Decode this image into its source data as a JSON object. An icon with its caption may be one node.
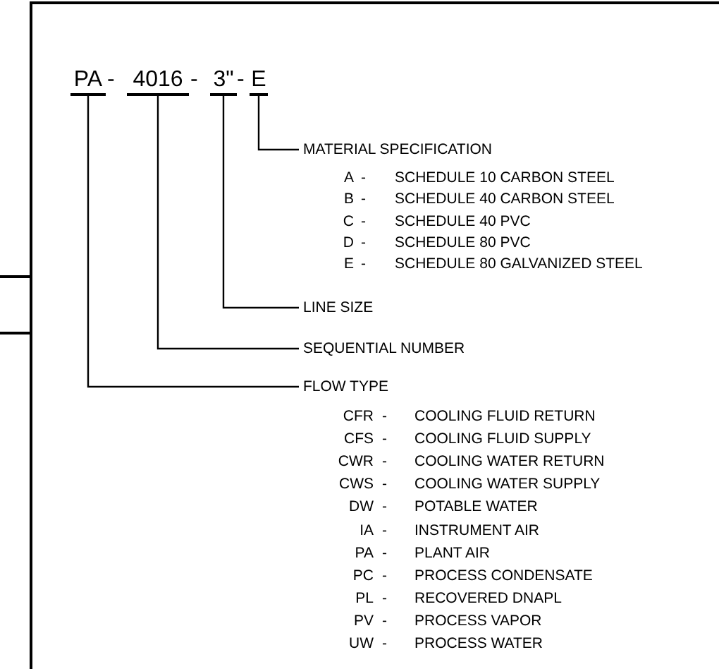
{
  "diagram": {
    "nodes": [
      {
        "text": [
          "PA"
        ]
      },
      {
        "text": [
          "4016"
        ]
      },
      {
        "text": [
          "3\""
        ]
      },
      {
        "text": [
          "E"
        ]
      },
      {
        "text": [
          "MATERIAL SPECIFICATION"
        ]
      },
      {
        "text": [
          "LINE SIZE"
        ]
      },
      {
        "text": [
          "SEQUENTIAL NUMBER"
        ]
      },
      {
        "text": [
          "FLOW TYPE"
        ]
      }
    ],
    "edges": [
      {
        "from": 3,
        "to": 4,
        "arrow": "none"
      },
      {
        "from": 2,
        "to": 5,
        "arrow": "none"
      },
      {
        "from": 1,
        "to": 6,
        "arrow": "none"
      },
      {
        "from": 0,
        "to": 7,
        "arrow": "none"
      }
    ],
    "labels": [
      "-",
      "-",
      "-",
      "A",
      "-",
      "SCHEDULE 10 CARBON STEEL",
      "B",
      "-",
      "SCHEDULE 40 CARBON STEEL",
      "C",
      "-",
      "SCHEDULE 40 PVC",
      "D",
      "-",
      "SCHEDULE 80 PVC",
      "E",
      "-",
      "SCHEDULE 80 GALVANIZED STEEL",
      "CFR",
      "-",
      "COOLING FLUID RETURN",
      "CFS",
      "-",
      "COOLING FLUID SUPPLY",
      "CWR",
      "-",
      "COOLING WATER RETURN",
      "CWS",
      "-",
      "COOLING WATER SUPPLY",
      "DW",
      "-",
      "POTABLE WATER",
      "IA",
      "-",
      "INSTRUMENT AIR",
      "PA",
      "-",
      "PLANT AIR",
      "PC",
      "-",
      "PROCESS CONDENSATE",
      "PL",
      "-",
      "RECOVERED DNAPL",
      "PV",
      "-",
      "PROCESS VAPOR",
      "UW",
      "-",
      "PROCESS WATER"
    ]
  }
}
